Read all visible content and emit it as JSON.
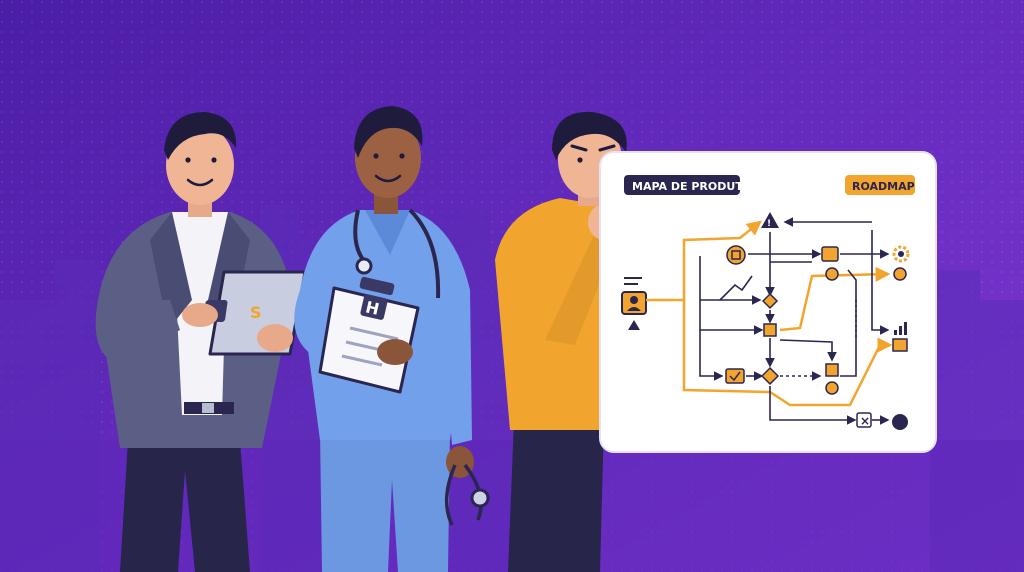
{
  "labels": {
    "product_map": "MAPA DE PRODUTO",
    "roadmap": "ROADMAP",
    "tablet_letter": "S",
    "clipboard_letter": "H",
    "warning_mark": "!",
    "close_mark": "×"
  },
  "colors": {
    "background_top": "#4a1ea8",
    "background_bottom": "#7a34d0",
    "flow_orange": "#f2a52e",
    "flow_navy": "#2b2650",
    "panel_white": "#ffffff"
  }
}
